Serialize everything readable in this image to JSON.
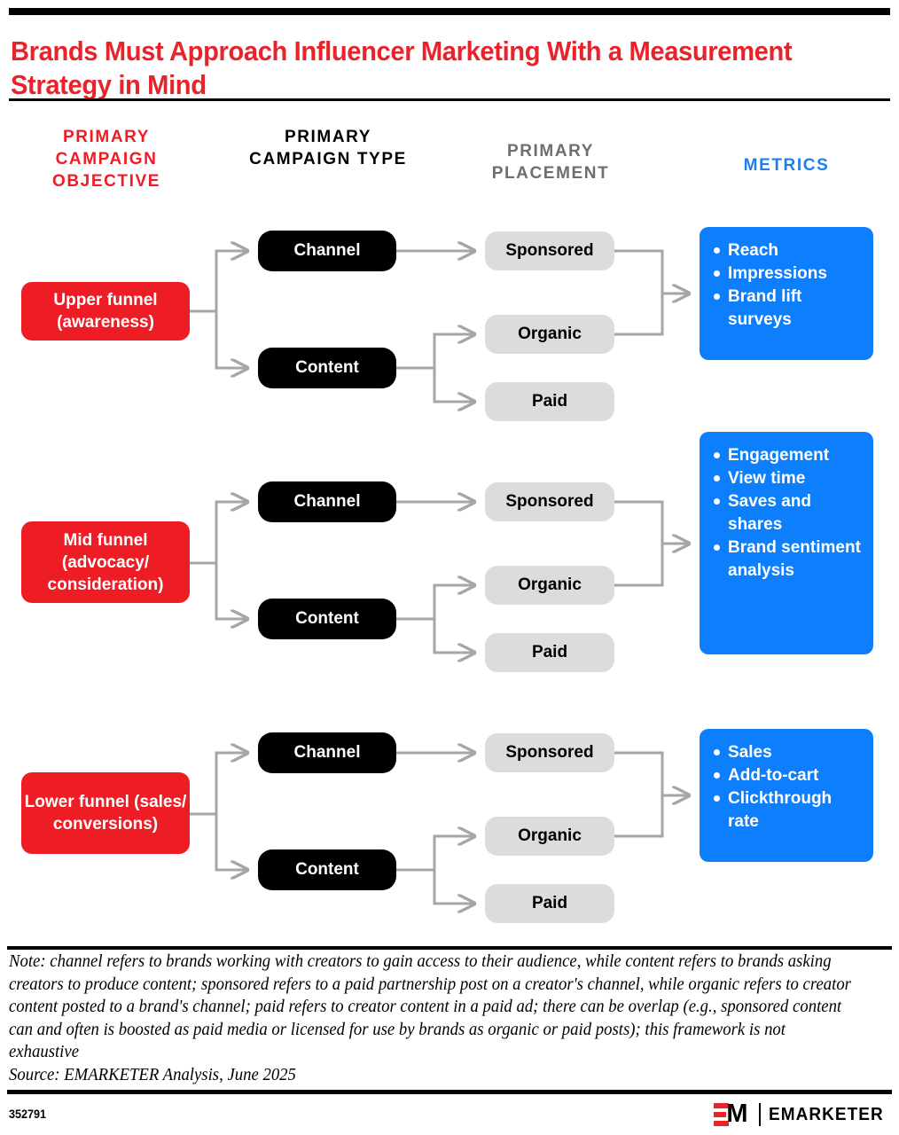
{
  "title": "Brands Must Approach Influencer Marketing With a Measurement Strategy in Mind",
  "colors": {
    "red": "#ee1c25",
    "black": "#000000",
    "gray": "#dcdcdc",
    "gray_text": "#6e6e6e",
    "blue": "#0d7ffc",
    "connector": "#a6a6a6"
  },
  "headers": {
    "objective": "PRIMARY CAMPAIGN OBJECTIVE",
    "type": "PRIMARY CAMPAIGN TYPE",
    "placement": "PRIMARY PLACEMENT",
    "metrics": "METRICS"
  },
  "groups": [
    {
      "objective": "Upper funnel (awareness)",
      "types": [
        "Channel",
        "Content"
      ],
      "placements": [
        "Sponsored",
        "Organic",
        "Paid"
      ],
      "metrics": [
        "Reach",
        "Impressions",
        "Brand lift surveys"
      ]
    },
    {
      "objective": "Mid funnel (advocacy/ consideration)",
      "types": [
        "Channel",
        "Content"
      ],
      "placements": [
        "Sponsored",
        "Organic",
        "Paid"
      ],
      "metrics": [
        "Engagement",
        "View time",
        "Saves and shares",
        "Brand sentiment analysis"
      ]
    },
    {
      "objective": "Lower funnel (sales/ conversions)",
      "types": [
        "Channel",
        "Content"
      ],
      "placements": [
        "Sponsored",
        "Organic",
        "Paid"
      ],
      "metrics": [
        "Sales",
        "Add-to-cart",
        "Clickthrough rate"
      ]
    }
  ],
  "note": "Note: channel refers to brands working with creators to gain access to their audience, while content refers to brands asking creators to produce content; sponsored refers to a paid partnership post on a creator's channel, while organic refers to creator content posted to a brand's channel; paid refers to creator content in a paid ad; there can be overlap (e.g., sponsored content can and often is boosted as paid media or licensed for use by brands as organic or paid posts); this framework is not exhaustive",
  "source": "Source: EMARKETER Analysis, June 2025",
  "footer": {
    "id": "352791",
    "brand": "EMARKETER",
    "mark": "EM"
  }
}
